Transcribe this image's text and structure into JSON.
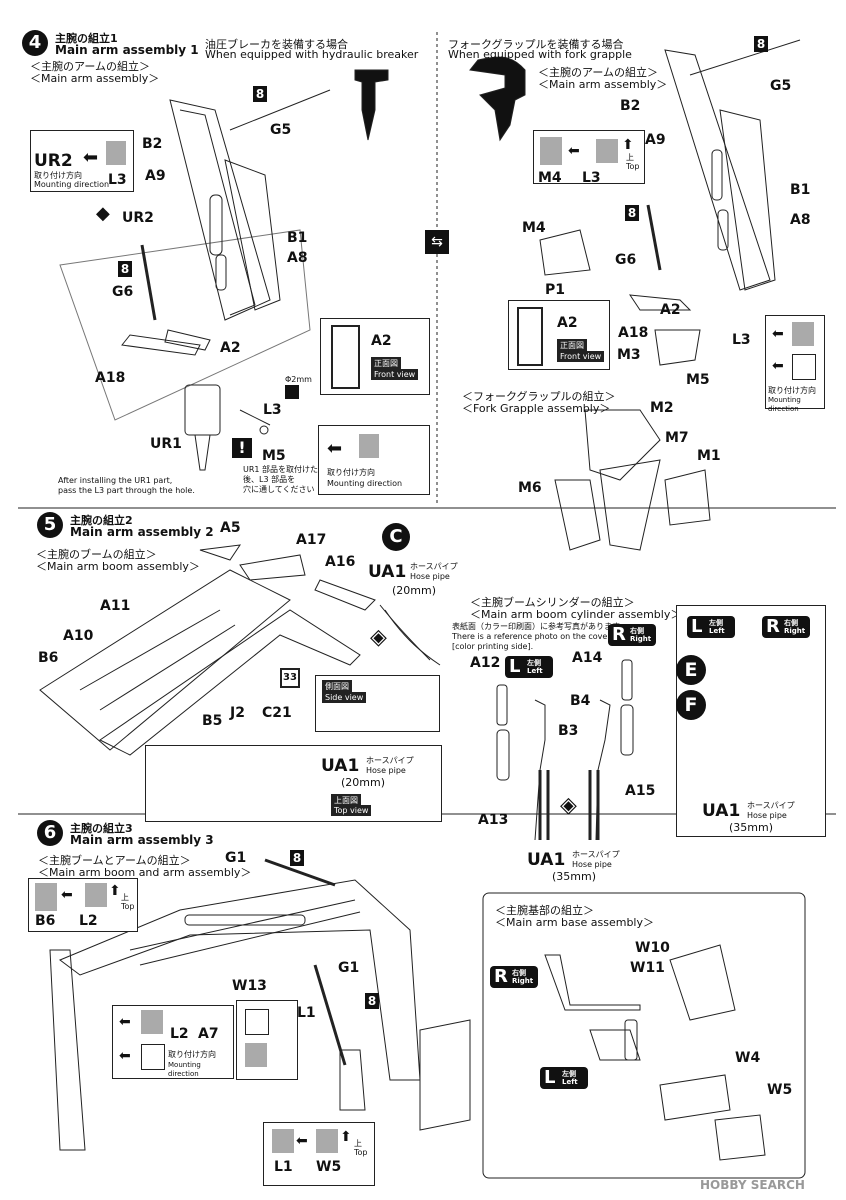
{
  "step4": {
    "num": "4",
    "title_jp": "主腕の組立1",
    "title_en": "Main arm assembly 1",
    "sub_jp": "＜主腕のアームの組立＞",
    "sub_en": "＜Main arm  assembly＞",
    "breaker_jp": "油圧ブレーカを装備する場合",
    "breaker_en": "When equipped with hydraulic breaker",
    "grapple_jp": "フォークグラップルを装備する場合",
    "grapple_en": "When equipped with fork grapple",
    "sub2_jp": "＜主腕のアームの組立＞",
    "sub2_en": "＜Main arm  assembly＞",
    "mount_jp": "取り付け方向",
    "mount_en": "Mounting direction",
    "front_jp": "正面図",
    "front_en": "Front view",
    "phi": "Φ2mm",
    "note_en1": "After installing the UR1 part,",
    "note_en2": "pass the L3 part through the hole.",
    "note_jp1": "UR1 部品を取付けた",
    "note_jp2": "後、L3 部品を",
    "note_jp3": "穴に通してください",
    "top_jp": "上",
    "top_en": "Top",
    "fork_jp": "＜フォークグラップルの組立＞",
    "fork_en": "＜Fork Grapple assembly＞",
    "labels": {
      "ur2": "UR2",
      "l3": "L3",
      "a9": "A9",
      "b2": "B2",
      "g5": "G5",
      "b1": "B1",
      "a8": "A8",
      "g6": "G6",
      "a2": "A2",
      "a18": "A18",
      "ur1": "UR1",
      "m5": "M5",
      "eight": "8",
      "m4": "M4",
      "p1": "P1",
      "m3": "M3",
      "m2": "M2",
      "m7": "M7",
      "m1": "M1",
      "m6": "M6"
    }
  },
  "step5": {
    "num": "5",
    "title_jp": "主腕の組立2",
    "title_en": "Main arm assembly 2",
    "sub_jp": "＜主腕のブームの組立＞",
    "sub_en": "＜Main arm boom  assembly＞",
    "c": "C",
    "ua1": "UA1",
    "hose_jp": "ホースパイプ",
    "hose_en": "Hose pipe",
    "mm20": "(20mm)",
    "mm35": "(35mm)",
    "side_jp": "側面図",
    "side_en": "Side view",
    "top_jp": "上面図",
    "top_en": "Top view",
    "cyl_jp": "＜主腕ブームシリンダーの組立＞",
    "cyl_en": "＜Main arm boom cylinder assembly＞",
    "ref_jp": "表紙面（カラー印刷面）に参考写真があります",
    "ref_en1": "There is a reference photo on the cover side",
    "ref_en2": "[color printing side].",
    "right_jp": "右側",
    "right_en": "Right",
    "left_jp": "左側",
    "left_en": "Left",
    "e": "E",
    "f": "F",
    "l": "L",
    "r": "R",
    "n33": "33",
    "labels": {
      "a5": "A5",
      "a17": "A17",
      "a16": "A16",
      "a11": "A11",
      "a10": "A10",
      "b6": "B6",
      "b5": "B5",
      "j2": "J2",
      "c21": "C21",
      "a12": "A12",
      "a14": "A14",
      "b4": "B4",
      "b3": "B3",
      "a13": "A13",
      "a15": "A15"
    }
  },
  "step6": {
    "num": "6",
    "title_jp": "主腕の組立3",
    "title_en": "Main arm assembly 3",
    "sub_jp": "＜主腕ブームとアームの組立＞",
    "sub_en": "＜Main arm boom and arm assembly＞",
    "base_jp": "＜主腕基部の組立＞",
    "base_en": "＜Main arm base  assembly＞",
    "top_jp": "上",
    "top_en": "Top",
    "mount_jp": "取り付け方向",
    "mount_en": "Mounting direction",
    "right_jp": "右側",
    "right_en": "Right",
    "left_jp": "左側",
    "left_en": "Left",
    "labels": {
      "g1": "G1",
      "g1b": "G1",
      "b6": "B6",
      "l2": "L2",
      "l2b": "L2",
      "a7": "A7",
      "w13": "W13",
      "l1": "L1",
      "l1b": "L1",
      "w5": "W5",
      "w5b": "W5",
      "w10": "W10",
      "w11": "W11",
      "w4": "W4",
      "eight": "8",
      "eight2": "8",
      "r": "R",
      "l": "L"
    }
  },
  "watermark": "HOBBY SEARCH"
}
